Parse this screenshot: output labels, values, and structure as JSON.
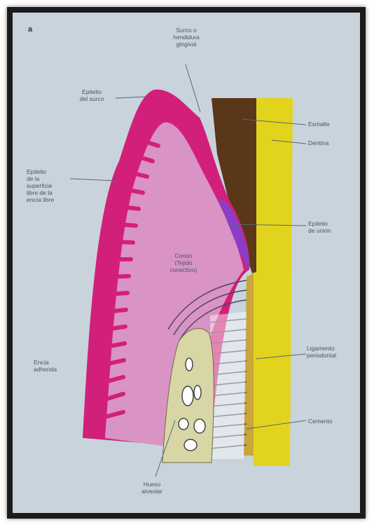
{
  "figure": {
    "panel_letter": "a",
    "labels": {
      "surco": "Surco o\nhendidura\ngingival",
      "epitelio_surco": "Epitelio\ndel surco",
      "esmalte": "Esmalte",
      "dentina": "Dentina",
      "epitelio_superficie": "Epitelio\nde la\nsuperficie\nlibre de la\nencía libre",
      "epitelio_union": "Epitelio\nde unión",
      "corion": "Corion\n(Tejido\nconectivo)",
      "encia_adherida": "Encía\nadherida",
      "ligamento": "Ligamento\nperiodontal",
      "cemento": "Cemento",
      "hueso": "Hueso\nalveolar"
    },
    "colors": {
      "background": "#c9d3dc",
      "epithelium": "#d2207a",
      "connective_tissue": "#d993c4",
      "enamel": "#5a3719",
      "dentin": "#e2d41d",
      "bone": "#d9d6a6",
      "junctional_epithelium": "#8a3ec8"
    }
  }
}
